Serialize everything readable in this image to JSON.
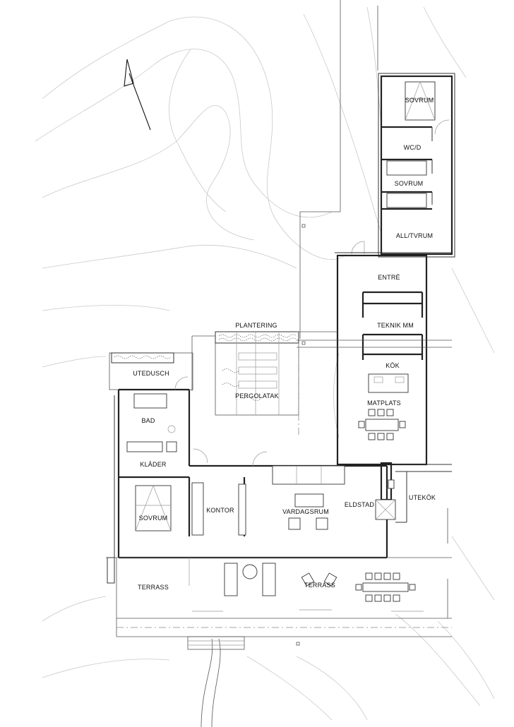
{
  "rooms": {
    "sovrum_top": "SOVRUM",
    "wcd": "WC/D",
    "sovrum_mid": "SOVRUM",
    "alltvrum": "ALL/TVRUM",
    "entre": "ENTRÉ",
    "plantering": "PLANTERING",
    "teknik": "TEKNIK MM",
    "utedusch": "UTEDUSCH",
    "kok": "KÖK",
    "pergolatak": "PERGOLATAK",
    "matplats": "MATPLATS",
    "bad": "BAD",
    "klader": "KLÄDER",
    "utekok": "UTEKÖK",
    "eldstad": "ELDSTAD",
    "kontor": "KONTOR",
    "vardagsrum": "VARDAGSRUM",
    "sovrum_low": "SOVRUM",
    "terrass_left": "TERRASS",
    "terrass_right": "TERRASS"
  }
}
